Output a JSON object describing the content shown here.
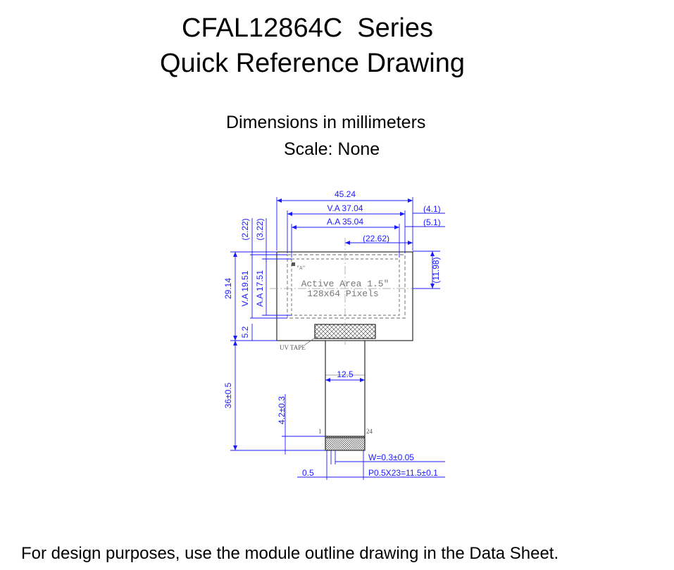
{
  "header": {
    "title_line1": "CFAL12864C  Series",
    "title_line2": "Quick Reference Drawing",
    "units": "Dimensions in millimeters",
    "scale": "Scale: None"
  },
  "drawing": {
    "overall_width": "45.24",
    "va_width": "V.A  37.04",
    "aa_width": "A.A  35.04",
    "right_offset_va": "(4.1)",
    "right_offset_aa": "(5.1)",
    "center_offset": "(22.62)",
    "right_height": "(11.98)",
    "top_offset_va": "(2.22)",
    "top_offset_aa": "(3.22)",
    "overall_height": "29.14",
    "va_height": "V.A  19.51",
    "aa_height": "A.A  17.51",
    "bottom_margin": "5.2",
    "corner_marker": "\"A\"",
    "active_area_label": "Active  Area  1.5\"",
    "pixels_label": "128x64  Pixels",
    "uv_tape": "UV  TAPE",
    "fpc_width": "12.5",
    "tail_length": "36±0.5",
    "stiffener_length": "4.2±0.3",
    "pin_first": "1",
    "pin_last": "24",
    "pin_width": "W=0.3±0.05",
    "edge_offset": "0.5",
    "pitch": "P0.5X23=11.5±0.1"
  },
  "footer": {
    "note": "For design purposes, use the module outline drawing in the Data Sheet."
  },
  "colors": {
    "dimension": "#1a1aff",
    "outline": "#000000",
    "active_area": "#888888"
  }
}
